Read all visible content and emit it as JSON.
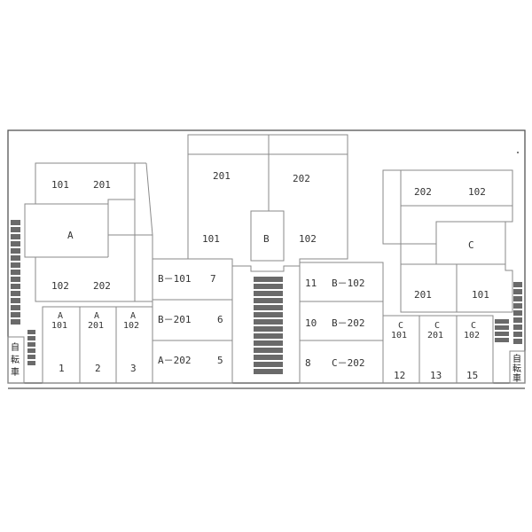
{
  "building_a": {
    "name": "A",
    "unit_101": "101",
    "unit_201": "201",
    "unit_102": "102",
    "unit_202": "202"
  },
  "building_b": {
    "name": "B",
    "unit_201": "201",
    "unit_202": "202",
    "unit_101": "101",
    "unit_102": "102"
  },
  "building_c": {
    "name": "C",
    "unit_202": "202",
    "unit_102": "102",
    "unit_201": "201",
    "unit_101": "101"
  },
  "parking_mid_left": [
    {
      "unit": "B－101",
      "number": "7"
    },
    {
      "unit": "B－201",
      "number": "6"
    },
    {
      "unit": "A－202",
      "number": "5"
    }
  ],
  "parking_mid_right": [
    {
      "unit": "B－102",
      "number": "11"
    },
    {
      "unit": "B－202",
      "number": "10"
    },
    {
      "unit": "C－202",
      "number": "8"
    }
  ],
  "parking_a": [
    {
      "building": "A",
      "unit": "101",
      "number": "1"
    },
    {
      "building": "A",
      "unit": "201",
      "number": "2"
    },
    {
      "building": "A",
      "unit": "102",
      "number": "3"
    }
  ],
  "parking_c": [
    {
      "building": "C",
      "unit": "101",
      "number": "12"
    },
    {
      "building": "C",
      "unit": "201",
      "number": "13"
    },
    {
      "building": "C",
      "unit": "102",
      "number": "15"
    }
  ],
  "bicycle_left": [
    "自",
    "転",
    "車"
  ],
  "bicycle_right": [
    "自",
    "転",
    "車"
  ]
}
